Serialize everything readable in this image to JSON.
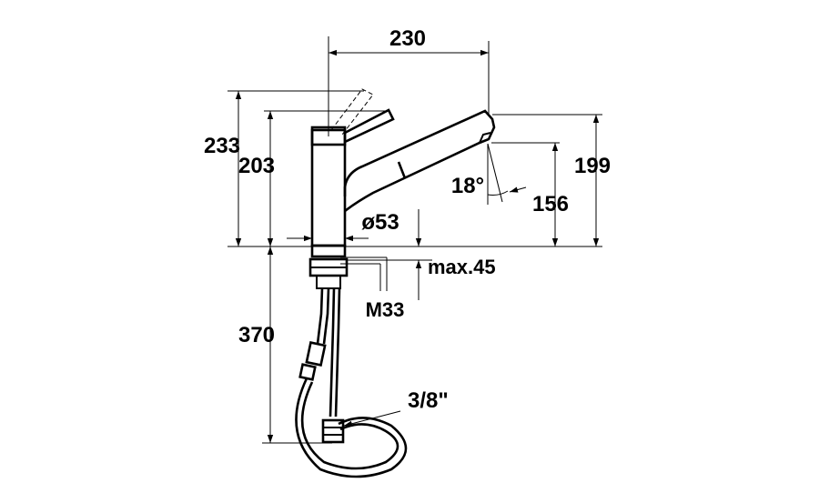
{
  "dimensions": {
    "width_230": "230",
    "height_233": "233",
    "height_203": "203",
    "height_199": "199",
    "height_156": "156",
    "angle_18": "18°",
    "diameter_53": "ø53",
    "max_45": "max.45",
    "thread_m33": "M33",
    "length_370": "370",
    "connection_3_8": "3/8\""
  }
}
